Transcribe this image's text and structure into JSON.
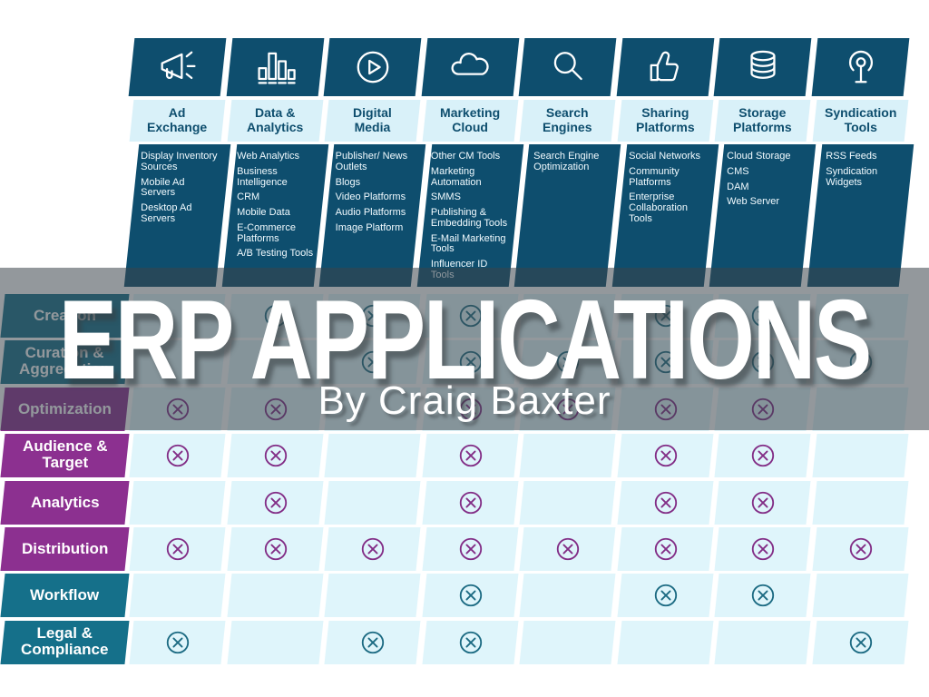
{
  "colors": {
    "navy": "#0e4e6e",
    "strip": "#d9f1f9",
    "cell": "#dff5fb",
    "teal": "#15708a",
    "purple": "#8c3090",
    "mark_teal": "#1b6a82",
    "mark_purple": "#822d86"
  },
  "overlay": {
    "title": "ERP APPLICATIONS",
    "subtitle": "By Craig Baxter"
  },
  "columns": [
    {
      "title": "Ad\nExchange",
      "icon": "megaphone-icon",
      "items": [
        "Display Inventory Sources",
        "Mobile Ad Servers",
        "Desktop Ad Servers"
      ]
    },
    {
      "title": "Data &\nAnalytics",
      "icon": "bar-chart-icon",
      "items": [
        "Web Analytics",
        "Business Intelligence",
        "CRM",
        "Mobile Data",
        "E-Commerce Platforms",
        "A/B Testing Tools"
      ]
    },
    {
      "title": "Digital\nMedia",
      "icon": "play-icon",
      "items": [
        "Publisher/ News Outlets",
        "Blogs",
        "Video Platforms",
        "Audio Platforms",
        "Image Platform"
      ]
    },
    {
      "title": "Marketing\nCloud",
      "icon": "cloud-icon",
      "items": [
        "Other CM Tools",
        "Marketing Automation",
        "SMMS",
        "Publishing & Embedding Tools",
        "E-Mail Marketing Tools",
        "Influencer ID Tools"
      ]
    },
    {
      "title": "Search\nEngines",
      "icon": "search-icon",
      "items": [
        "Search Engine Optimization"
      ]
    },
    {
      "title": "Sharing\nPlatforms",
      "icon": "thumbs-up-icon",
      "items": [
        "Social Networks",
        "Community Platforms",
        "Enterprise Collaboration Tools"
      ]
    },
    {
      "title": "Storage\nPlatforms",
      "icon": "database-icon",
      "items": [
        "Cloud Storage",
        "CMS",
        "DAM",
        "Web Server"
      ]
    },
    {
      "title": "Syndication\nTools",
      "icon": "broadcast-icon",
      "items": [
        "RSS Feeds",
        "Syndication Widgets"
      ]
    }
  ],
  "rows": [
    {
      "label": "Creation",
      "color": "teal"
    },
    {
      "label": "Curation &\nAggregation",
      "color": "teal"
    },
    {
      "label": "Optimization",
      "color": "purple"
    },
    {
      "label": "Audience &\nTarget",
      "color": "purple"
    },
    {
      "label": "Analytics",
      "color": "purple"
    },
    {
      "label": "Distribution",
      "color": "purple"
    },
    {
      "label": "Workflow",
      "color": "teal"
    },
    {
      "label": "Legal &\nCompliance",
      "color": "teal"
    }
  ],
  "marks": [
    [
      0,
      1,
      1,
      1,
      0,
      1,
      1,
      0
    ],
    [
      0,
      0,
      1,
      1,
      1,
      1,
      1,
      1
    ],
    [
      1,
      1,
      0,
      1,
      1,
      1,
      1,
      0
    ],
    [
      1,
      1,
      0,
      1,
      0,
      1,
      1,
      0
    ],
    [
      0,
      1,
      0,
      1,
      0,
      1,
      1,
      0
    ],
    [
      1,
      1,
      1,
      1,
      1,
      1,
      1,
      1
    ],
    [
      0,
      0,
      0,
      1,
      0,
      1,
      1,
      0
    ],
    [
      1,
      0,
      1,
      1,
      0,
      0,
      0,
      1
    ]
  ]
}
